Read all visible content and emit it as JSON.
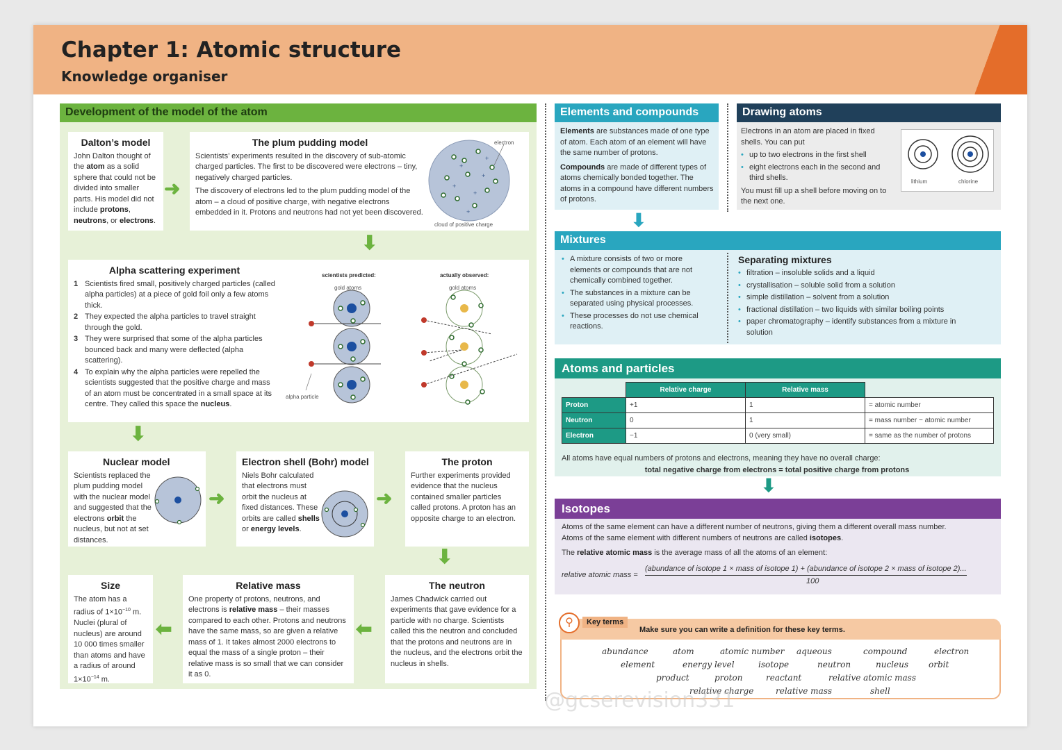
{
  "header": {
    "title": "Chapter 1: Atomic structure",
    "subtitle": "Knowledge organiser"
  },
  "left": {
    "section_title": "Development of the model of the atom",
    "dalton": {
      "title": "Dalton’s model",
      "text_a": "John Dalton thought of the ",
      "atom": "atom",
      "text_b": " as a solid sphere that could not be divided into smaller parts. His model did not include ",
      "protons": "protons",
      "comma": ", ",
      "neutrons": "neutrons",
      "or": ", or ",
      "electrons": "electrons",
      "end": "."
    },
    "plum": {
      "title": "The plum pudding model",
      "p1": "Scientists’ experiments resulted in the discovery of sub-atomic charged particles. The first to be discovered were electrons – tiny, negatively charged particles.",
      "p2": "The discovery of electrons led to the plum pudding model of the atom – a cloud of positive charge, with negative electrons embedded in it. Protons and neutrons had not yet been discovered.",
      "label_electron": "electron",
      "label_cloud": "cloud of positive charge"
    },
    "alpha": {
      "title": "Alpha scattering experiment",
      "items": [
        {
          "num": "1",
          "text": "Scientists fired small, positively charged particles (called alpha particles) at a piece of gold foil only a few atoms thick."
        },
        {
          "num": "2",
          "text": "They expected the alpha particles to travel straight through the gold."
        },
        {
          "num": "3",
          "text": "They were surprised that some of the alpha particles bounced back and many were deflected (alpha scattering)."
        },
        {
          "num": "4",
          "text_a": "To explain why the alpha particles were repelled the scientists suggested that the positive charge and mass of an atom must be concentrated in a small space at its centre. They called this space the ",
          "bold": "nucleus",
          "text_b": "."
        }
      ],
      "label_predicted": "scientists predicted:",
      "label_observed": "actually observed:",
      "label_gold1": "gold atoms",
      "label_gold2": "gold atoms",
      "label_alpha": "alpha particle"
    },
    "nuclear": {
      "title": "Nuclear model",
      "text_a": "Scientists replaced the plum pudding model with the nuclear model and suggested that the electrons ",
      "bold": "orbit",
      "text_b": " the nucleus, but not at set distances."
    },
    "bohr": {
      "title": "Electron shell (Bohr) model",
      "text_a": "Niels Bohr calculated that electrons must orbit the nucleus at fixed distances. These orbits are called ",
      "shells": "shells",
      "or": " or ",
      "energy": "energy levels",
      "end": "."
    },
    "proton": {
      "title": "The proton",
      "text": "Further experiments provided evidence that the nucleus contained smaller particles called protons. A proton has an opposite charge to an electron."
    },
    "size": {
      "title": "Size",
      "t1": "The atom has a radius of 1×10",
      "e1": "−10",
      "t2": " m. Nuclei (plural of nucleus) are around 10 000 times smaller than atoms and have a radius of around 1×10",
      "e2": "−14",
      "t3": " m."
    },
    "relmass": {
      "title": "Relative mass",
      "text_a": "One property of protons, neutrons, and electrons is ",
      "bold": "relative mass",
      "text_b": " – their masses compared to each other. Protons and neutrons have the same mass, so are given a relative mass of 1. It takes almost 2000 electrons to equal the mass of a single proton – their relative mass is so small that we can consider it as 0."
    },
    "neutron": {
      "title": "The neutron",
      "text": "James Chadwick carried out experiments that gave evidence for a particle with no charge. Scientists called this the neutron and concluded that the protons and neutrons are in the nucleus, and the electrons orbit the nucleus in shells."
    }
  },
  "elements": {
    "title": "Elements and compounds",
    "el_bold": "Elements",
    "el_text": " are substances made of one type of atom. Each atom of an element will have the same number of protons.",
    "co_bold": "Compounds",
    "co_text": " are made of different types of atoms chemically bonded together. The atoms in a compound have different numbers of protons."
  },
  "drawing": {
    "title": "Drawing atoms",
    "intro": "Electrons in an atom are placed in fixed shells. You can put",
    "items": [
      "up to two electrons in the first shell",
      "eight electrons each in the second and third shells."
    ],
    "outro": "You must fill up a shell before moving on to the next one.",
    "label_lithium": "lithium",
    "label_chlorine": "chlorine"
  },
  "mixtures": {
    "title": "Mixtures",
    "items": [
      "A mixture consists of two or more elements or compounds that are not chemically combined together.",
      "The substances in a mixture can be separated using physical processes.",
      "These processes do not use chemical reactions."
    ],
    "sep_title": "Separating mixtures",
    "sep_items": [
      "filtration – insoluble solids and a liquid",
      "crystallisation – soluble solid from a solution",
      "simple distillation – solvent from a solution",
      "fractional distillation – two liquids with similar boiling points",
      "paper chromatography – identify substances from a mixture in solution"
    ]
  },
  "particles": {
    "title": "Atoms and particles",
    "headers": [
      "Relative charge",
      "Relative mass"
    ],
    "rows": [
      {
        "name": "Proton",
        "charge": "+1",
        "mass": "1",
        "note": "= atomic number"
      },
      {
        "name": "Neutron",
        "charge": "0",
        "mass": "1",
        "note": "= mass number − atomic number"
      },
      {
        "name": "Electron",
        "charge": "−1",
        "mass": "0 (very small)",
        "note": "= same as the number of protons"
      }
    ],
    "summary": "All atoms have equal numbers of protons and electrons, meaning they have no overall charge:",
    "equation": "total negative charge from electrons = total positive charge from protons"
  },
  "isotopes": {
    "title": "Isotopes",
    "l1": "Atoms of the same element can have a different number of neutrons, giving them a different overall mass number.",
    "l2a": "Atoms of the same element with different numbers of neutrons are called ",
    "l2b": "isotopes",
    "l2c": ".",
    "l3a": "The ",
    "l3b": "relative atomic mass",
    "l3c": " is the average mass of all the atoms of an element:",
    "f_label": "relative atomic mass =",
    "f_num": "(abundance of isotope 1 × mass of isotope 1) + (abundance of isotope 2 × mass of isotope 2)...",
    "f_den": "100"
  },
  "keyterms": {
    "badge": "Key terms",
    "instruction": "Make sure you can write a definition for these key terms.",
    "terms": [
      "abundance",
      "atom",
      "atomic number",
      "aqueous",
      "compound",
      "electron",
      "element",
      "energy level",
      "isotope",
      "neutron",
      "nucleus",
      "orbit",
      "product",
      "proton",
      "reactant",
      "relative atomic mass",
      "relative charge",
      "relative mass",
      "shell"
    ]
  },
  "watermark": "@gcserevision331",
  "colors": {
    "header": "#f0b384",
    "accent_orange": "#e46d2a",
    "green": "#6cb33f",
    "teal": "#29a6bf",
    "navy": "#20405a",
    "mint": "#1d9a85",
    "purple": "#7b3f97"
  }
}
